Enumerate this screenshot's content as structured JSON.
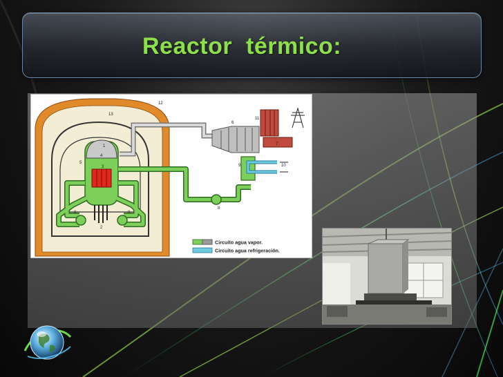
{
  "slide": {
    "title": "Reactor  térmico:"
  },
  "diagram": {
    "component_numbers": [
      "12",
      "13",
      "1",
      "3",
      "4",
      "5",
      "6",
      "7",
      "8",
      "8",
      "8",
      "9",
      "10",
      "11",
      "2"
    ],
    "legend": {
      "steam_circuit": "Circuito agua vapor.",
      "cooling_circuit": "Circuito agua refrigeración."
    }
  },
  "colors": {
    "title": "#8ee04a",
    "containment": "#e08a2a",
    "steam_circuit": "#7cd05a",
    "cooling_circuit": "#6ccbe0",
    "core": "#e0281e"
  }
}
